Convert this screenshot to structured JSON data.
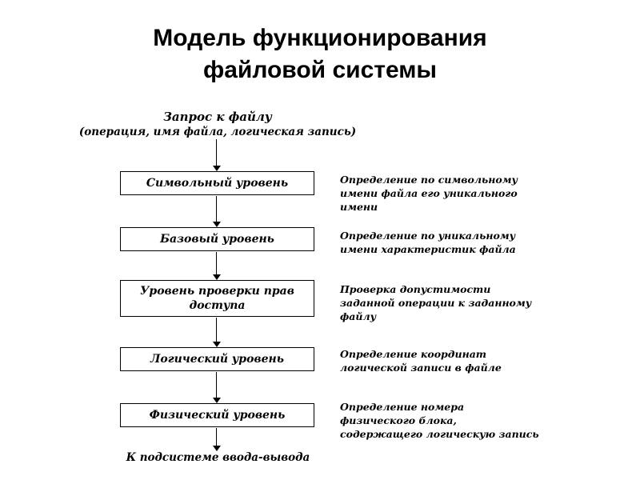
{
  "colors": {
    "background": "#ffffff",
    "text": "#000000",
    "line": "#000000"
  },
  "title": {
    "line1": "Модель функционирования",
    "line2": "файловой системы"
  },
  "flow": {
    "input_label_line1": "Запрос к файлу",
    "input_label_line2": "(операция, имя файла, логическая запись)",
    "steps": [
      {
        "label": "Символьный уровень",
        "annotation": "Определение по символьному имени файла его уникального имени"
      },
      {
        "label": "Базовый уровень",
        "annotation": "Определение по уникальному имени характеристик файла"
      },
      {
        "label": "Уровень проверки прав доступа",
        "annotation": "Проверка допустимости заданной операции к заданному файлу"
      },
      {
        "label": "Логический уровень",
        "annotation": "Определение координат логической записи в файле"
      },
      {
        "label": "Физический уровень",
        "annotation": "Определение номера физического блока, содержащего логическую запись"
      }
    ],
    "output_label": "К подсистеме ввода-вывода"
  }
}
